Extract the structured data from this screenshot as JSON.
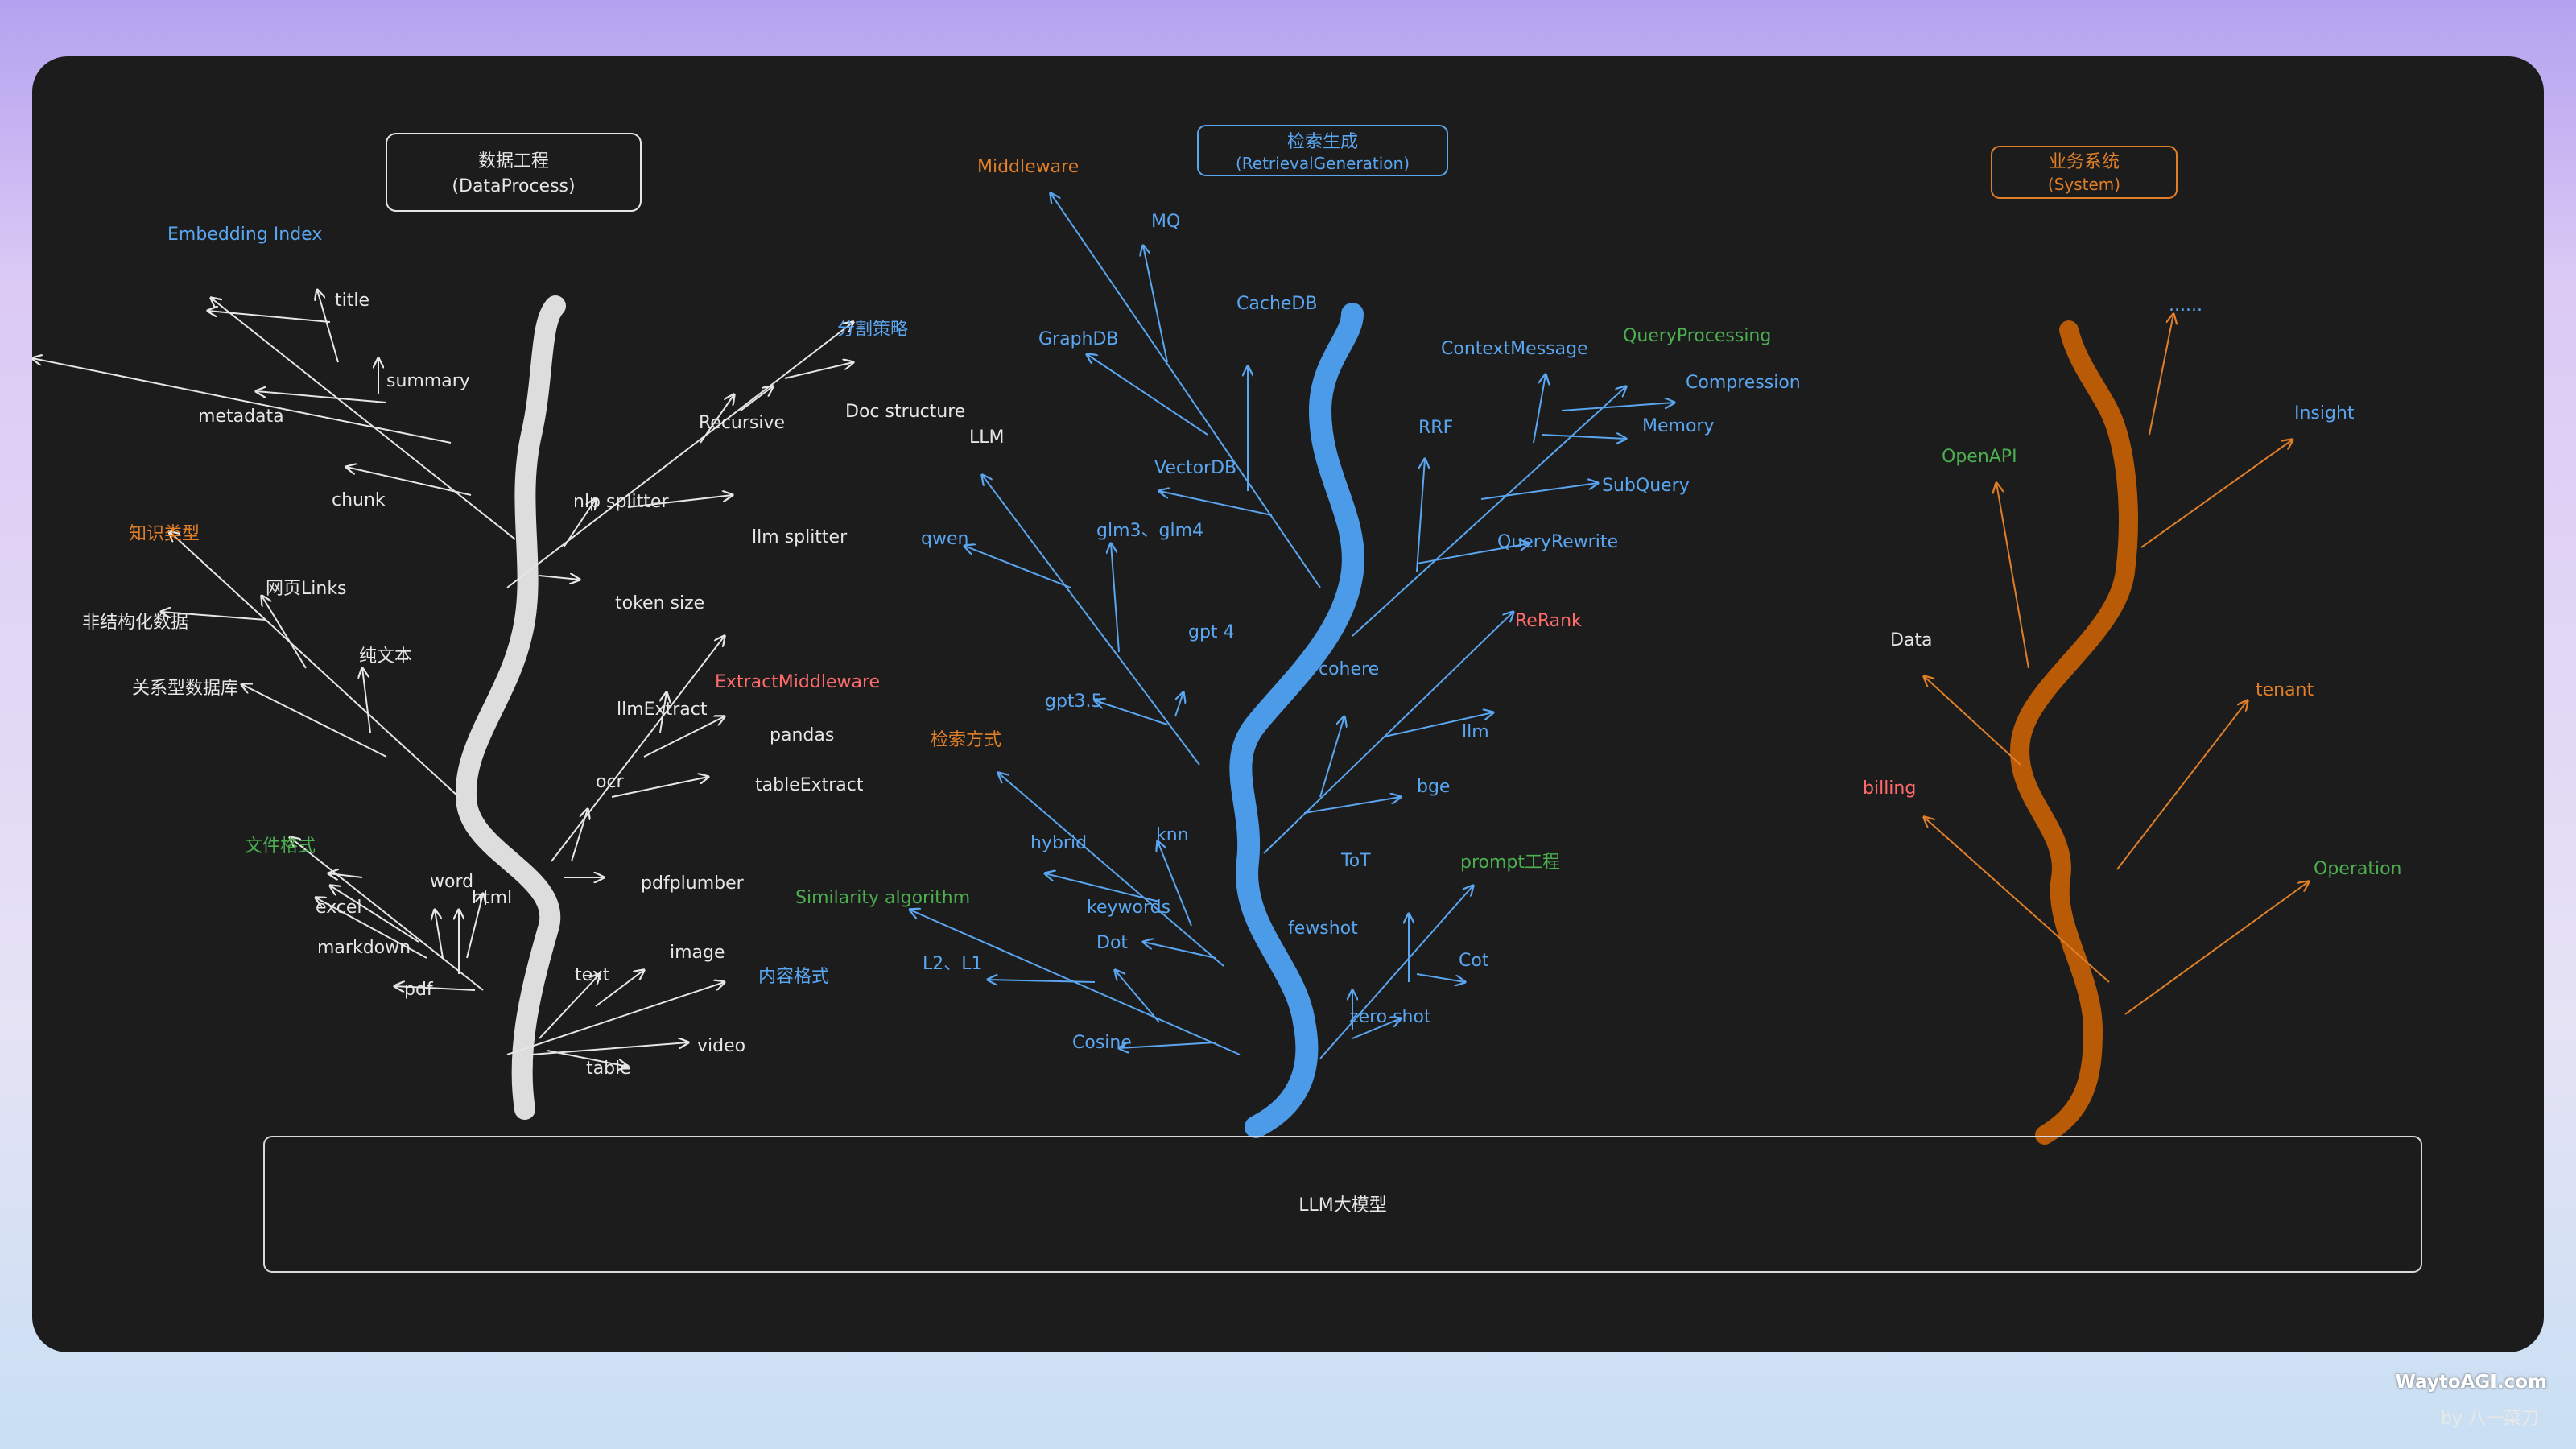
{
  "colors": {
    "white": "#e6e6e6",
    "blue": "#5aa6f0",
    "orange": "#e07f28",
    "trunk_orange": "#b85a06",
    "green": "#4caf50",
    "red": "#ff6b6b",
    "trunk_white": "#dddddd",
    "trunk_blue": "#4c9be8"
  },
  "base": {
    "label": "LLM大模型"
  },
  "credit": "by 八一菜刀",
  "watermark": "WaytoAGI.com",
  "trees": [
    {
      "id": "data-process",
      "header": {
        "line1": "数据工程",
        "line2": "(DataProcess)"
      },
      "labels": [
        {
          "text": "Embedding Index",
          "color": "blue"
        },
        {
          "text": "title",
          "color": "white"
        },
        {
          "text": "summary",
          "color": "white"
        },
        {
          "text": "metadata",
          "color": "white"
        },
        {
          "text": "chunk",
          "color": "white"
        },
        {
          "text": "分割策略",
          "color": "blue"
        },
        {
          "text": "Recursive",
          "color": "white"
        },
        {
          "text": "Doc structure",
          "color": "white"
        },
        {
          "text": "nlp splitter",
          "color": "white"
        },
        {
          "text": "llm splitter",
          "color": "white"
        },
        {
          "text": "token size",
          "color": "white"
        },
        {
          "text": "知识类型",
          "color": "orange"
        },
        {
          "text": "网页Links",
          "color": "white"
        },
        {
          "text": "非结构化数据",
          "color": "white"
        },
        {
          "text": "纯文本",
          "color": "white"
        },
        {
          "text": "关系型数据库",
          "color": "white"
        },
        {
          "text": "ExtractMiddleware",
          "color": "red"
        },
        {
          "text": "llmExtract",
          "color": "white"
        },
        {
          "text": "pandas",
          "color": "white"
        },
        {
          "text": "ocr",
          "color": "white"
        },
        {
          "text": "tableExtract",
          "color": "white"
        },
        {
          "text": "pdfplumber",
          "color": "white"
        },
        {
          "text": "文件格式",
          "color": "green"
        },
        {
          "text": "word",
          "color": "white"
        },
        {
          "text": "excel",
          "color": "white"
        },
        {
          "text": "html",
          "color": "white"
        },
        {
          "text": "markdown",
          "color": "white"
        },
        {
          "text": "pdf",
          "color": "white"
        },
        {
          "text": "text",
          "color": "white"
        },
        {
          "text": "image",
          "color": "white"
        },
        {
          "text": "内容格式",
          "color": "blue"
        },
        {
          "text": "video",
          "color": "white"
        },
        {
          "text": "table",
          "color": "white"
        }
      ]
    },
    {
      "id": "retrieval-generation",
      "header": {
        "line1": "检索生成",
        "line2": "(RetrievalGeneration)"
      },
      "labels": [
        {
          "text": "Middleware",
          "color": "orange"
        },
        {
          "text": "MQ",
          "color": "blue"
        },
        {
          "text": "CacheDB",
          "color": "blue"
        },
        {
          "text": "GraphDB",
          "color": "blue"
        },
        {
          "text": "VectorDB",
          "color": "blue"
        },
        {
          "text": "LLM",
          "color": "white"
        },
        {
          "text": "qwen",
          "color": "blue"
        },
        {
          "text": "glm3、glm4",
          "color": "blue"
        },
        {
          "text": "gpt 4",
          "color": "blue"
        },
        {
          "text": "gpt3.5",
          "color": "blue"
        },
        {
          "text": "ContextMessage",
          "color": "blue"
        },
        {
          "text": "QueryProcessing",
          "color": "green"
        },
        {
          "text": "Compression",
          "color": "blue"
        },
        {
          "text": "RRF",
          "color": "blue"
        },
        {
          "text": "Memory",
          "color": "blue"
        },
        {
          "text": "SubQuery",
          "color": "blue"
        },
        {
          "text": "QueryRewrite",
          "color": "blue"
        },
        {
          "text": "ReRank",
          "color": "red"
        },
        {
          "text": "cohere",
          "color": "blue"
        },
        {
          "text": "llm",
          "color": "blue"
        },
        {
          "text": "bge",
          "color": "blue"
        },
        {
          "text": "检索方式",
          "color": "orange"
        },
        {
          "text": "knn",
          "color": "blue"
        },
        {
          "text": "hybrid",
          "color": "blue"
        },
        {
          "text": "keywords",
          "color": "blue"
        },
        {
          "text": "Similarity algorithm",
          "color": "green"
        },
        {
          "text": "Dot",
          "color": "blue"
        },
        {
          "text": "L2、L1",
          "color": "blue"
        },
        {
          "text": "Cosine",
          "color": "blue"
        },
        {
          "text": "ToT",
          "color": "blue"
        },
        {
          "text": "prompt工程",
          "color": "green"
        },
        {
          "text": "fewshot",
          "color": "blue"
        },
        {
          "text": "Cot",
          "color": "blue"
        },
        {
          "text": "zero shot",
          "color": "blue"
        }
      ]
    },
    {
      "id": "system",
      "header": {
        "line1": "业务系统",
        "line2": "(System)"
      },
      "labels": [
        {
          "text": "......",
          "color": "blue"
        },
        {
          "text": "Insight",
          "color": "blue"
        },
        {
          "text": "OpenAPI",
          "color": "green"
        },
        {
          "text": "Data",
          "color": "white"
        },
        {
          "text": "tenant",
          "color": "orange"
        },
        {
          "text": "billing",
          "color": "red"
        },
        {
          "text": "Operation",
          "color": "green"
        }
      ]
    }
  ]
}
